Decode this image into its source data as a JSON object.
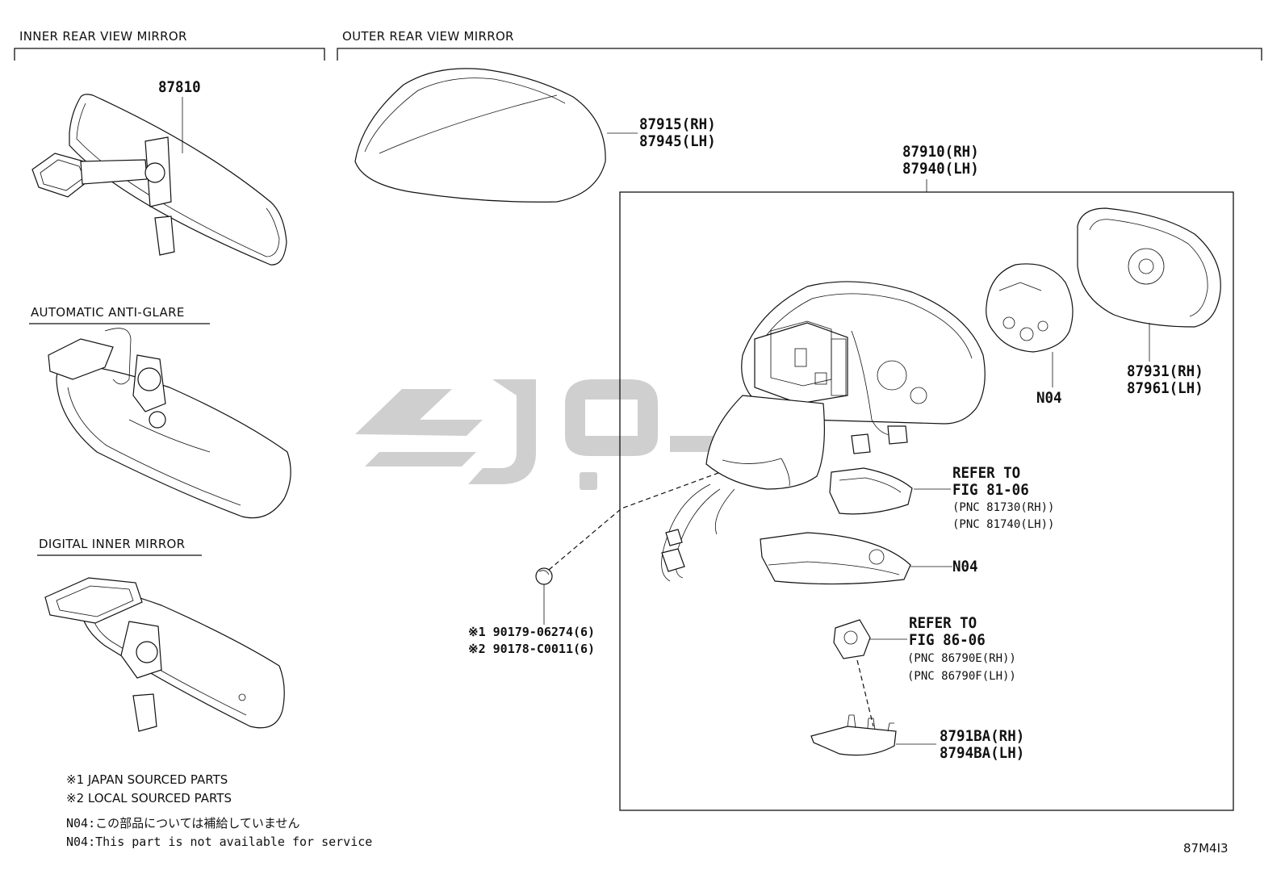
{
  "sections": {
    "inner": "INNER REAR VIEW MIRROR",
    "outer": "OUTER REAR VIEW MIRROR",
    "auto_anti_glare": "AUTOMATIC ANTI-GLARE",
    "digital_inner": "DIGITAL INNER MIRROR"
  },
  "parts": {
    "inner_mirror": "87810",
    "cover_rh": "87915(RH)",
    "cover_lh": "87945(LH)",
    "outer_assy_rh": "87910(RH)",
    "outer_assy_lh": "87940(LH)",
    "glass_rh": "87931(RH)",
    "glass_lh": "87961(LH)",
    "motor_code": "N04",
    "turn_lamp_code": "N04",
    "bracket_rh": "8791BA(RH)",
    "bracket_lh": "8794BA(LH)",
    "clip_1": "※1 90179-06274(6)",
    "clip_2": "※2 90178-C0011(6)"
  },
  "refs": {
    "lamp": {
      "line1": "REFER TO",
      "line2": "FIG 81-06",
      "pnc1": "(PNC 81730(RH))",
      "pnc2": "(PNC 81740(LH))"
    },
    "camera": {
      "line1": "REFER TO",
      "line2": "FIG 86-06",
      "pnc1": "(PNC 86790E(RH))",
      "pnc2": "(PNC 86790F(LH))"
    }
  },
  "notes": {
    "japan": "※1 JAPAN SOURCED PARTS",
    "local": "※2 LOCAL SOURCED PARTS",
    "n04_jp": "N04:この部品については補給していません",
    "n04_en": "N04:This part is not available for service"
  },
  "figure_id": "87M4I3",
  "colors": {
    "line": "#111111",
    "watermark": "#cfcfcf",
    "background": "#ffffff"
  }
}
